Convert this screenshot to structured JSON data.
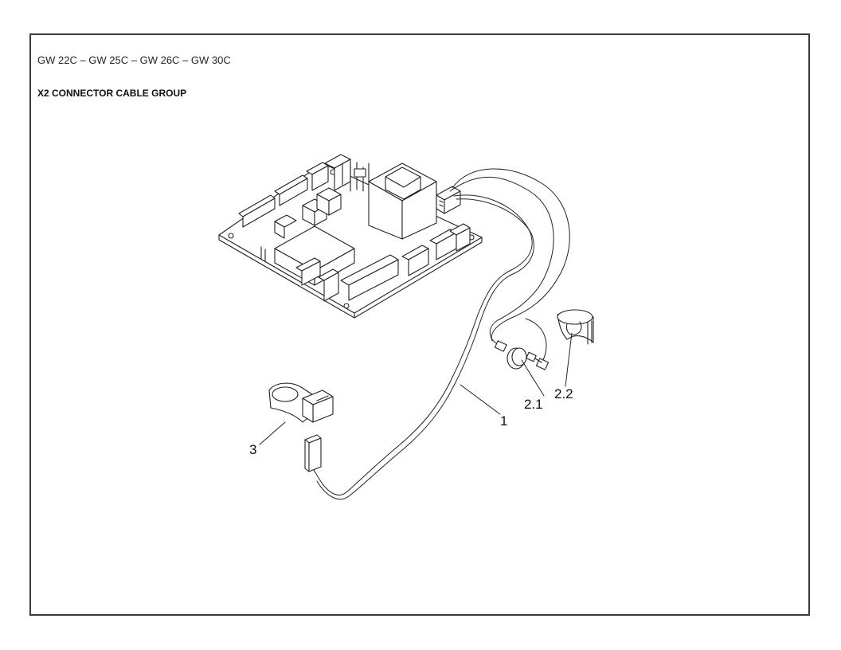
{
  "header": {
    "models": "GW 22C – GW 25C – GW 26C – GW 30C",
    "group_title": "X2 CONNECTOR CABLE GROUP"
  },
  "callouts": {
    "cable": "1",
    "sensor": "2.1",
    "clip": "2.2",
    "flow_switch": "3"
  }
}
